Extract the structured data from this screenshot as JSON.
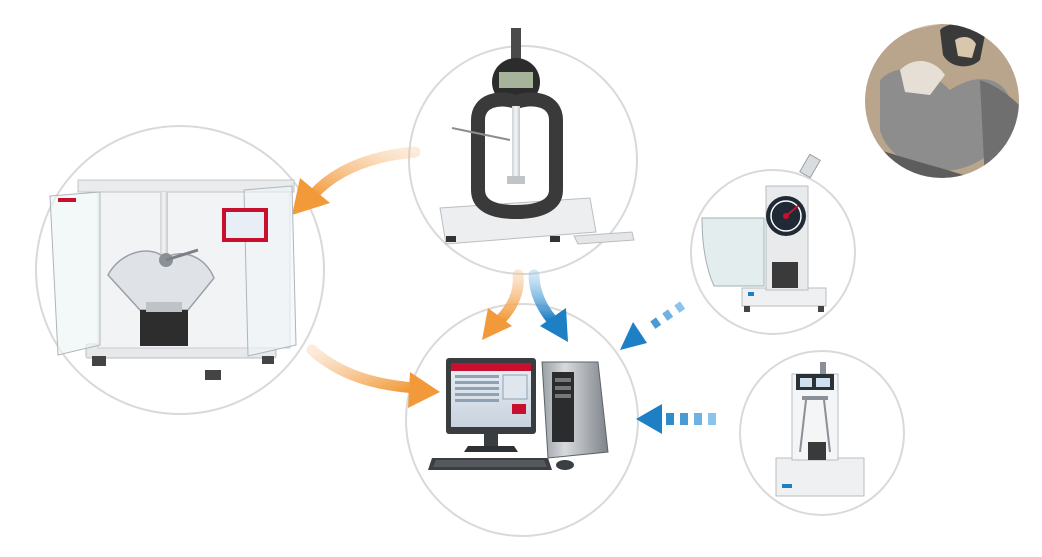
{
  "diagram": {
    "description_free": true,
    "nodes": [
      {
        "id": "pendulum-impact-tester",
        "icon": "pendulum-impact-tester-icon"
      },
      {
        "id": "thickness-gauge",
        "icon": "thickness-gauge-icon"
      },
      {
        "id": "data-workstation",
        "icon": "computer-workstation-icon"
      },
      {
        "id": "compact-impact-tester",
        "icon": "compact-impact-tester-icon"
      },
      {
        "id": "drop-weight-tester",
        "icon": "drop-weight-tester-icon"
      },
      {
        "id": "operator-photo",
        "icon": "operator-photo-icon"
      }
    ],
    "edges": [
      {
        "from": "thickness-gauge",
        "to": "pendulum-impact-tester",
        "style": "solid",
        "color": "orange"
      },
      {
        "from": "pendulum-impact-tester",
        "to": "data-workstation",
        "style": "solid",
        "color": "orange"
      },
      {
        "from": "thickness-gauge",
        "to": "data-workstation",
        "style": "solid",
        "color": "orange"
      },
      {
        "from": "thickness-gauge",
        "to": "data-workstation",
        "style": "solid",
        "color": "blue"
      },
      {
        "from": "compact-impact-tester",
        "to": "data-workstation",
        "style": "dashed",
        "color": "blue"
      },
      {
        "from": "drop-weight-tester",
        "to": "data-workstation",
        "style": "dashed",
        "color": "blue"
      }
    ]
  },
  "screen": {
    "brand_mark": "",
    "panel_text": ""
  },
  "colors": {
    "orange": "#f29a3a",
    "orange_light": "#f6c08a",
    "blue": "#1d7fc4",
    "blue_light": "#8cc3ea",
    "circle_stroke": "#d9d9d9",
    "brand_red": "#c8102e"
  }
}
